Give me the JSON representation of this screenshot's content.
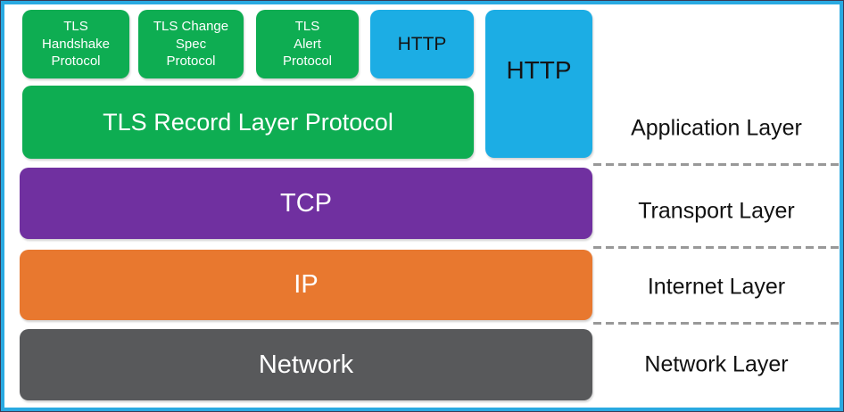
{
  "diagram": {
    "description": "TLS protocol stack diagram",
    "boxes": {
      "tls_handshake": "TLS\nHandshake\nProtocol",
      "tls_change_spec": "TLS Change\nSpec\nProtocol",
      "tls_alert": "TLS\nAlert\nProtocol",
      "http_small": "HTTP",
      "http_tall": "HTTP",
      "tls_record": "TLS Record Layer Protocol",
      "tcp": "TCP",
      "ip": "IP",
      "network": "Network"
    },
    "layer_labels": {
      "application": "Application Layer",
      "transport": "Transport Layer",
      "internet": "Internet Layer",
      "network": "Network Layer"
    },
    "colors": {
      "green_protocol": "#0ead52",
      "blue_http": "#1cade4",
      "purple_tcp": "#7030a0",
      "orange_ip": "#e8782f",
      "gray_network": "#58595b",
      "frame_border": "#29a9e1",
      "dashed_divider": "#999999"
    }
  }
}
